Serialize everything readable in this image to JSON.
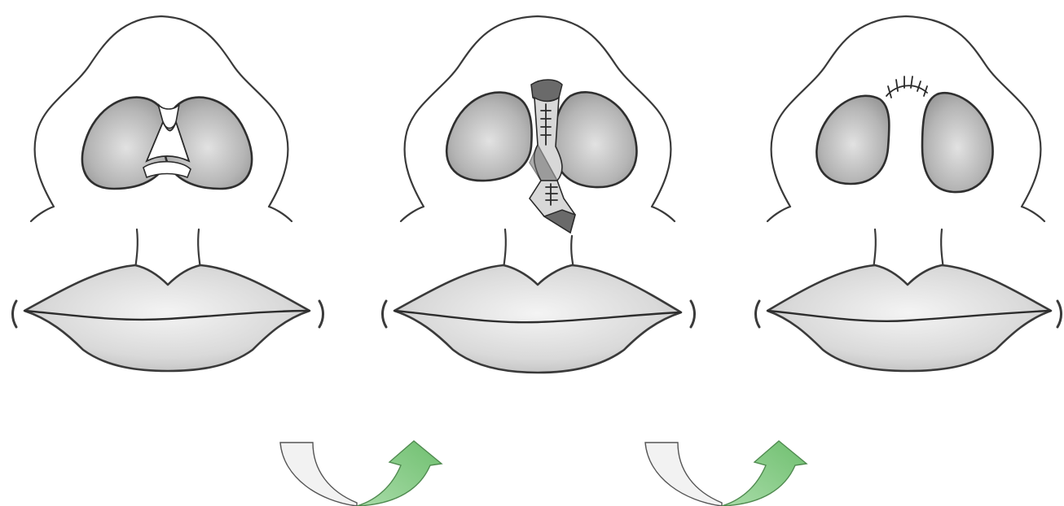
{
  "figure": {
    "panels": [
      {
        "id": "stage-1",
        "description_icon": "nose-lip-diagram-before"
      },
      {
        "id": "stage-2",
        "description_icon": "nose-lip-diagram-flap-suture"
      },
      {
        "id": "stage-3",
        "description_icon": "nose-lip-diagram-after"
      }
    ],
    "transitions": [
      {
        "from": "stage-1",
        "to": "stage-2",
        "icon": "curved-arrow-icon"
      },
      {
        "from": "stage-2",
        "to": "stage-3",
        "icon": "curved-arrow-icon"
      }
    ],
    "colors": {
      "outline": "#3a3a3a",
      "nostril_fill": "#b5b5b5",
      "lip_fill": "#d9d9d9",
      "arrow_white": "#f2f2f2",
      "arrow_green": "#8fd08f"
    }
  }
}
